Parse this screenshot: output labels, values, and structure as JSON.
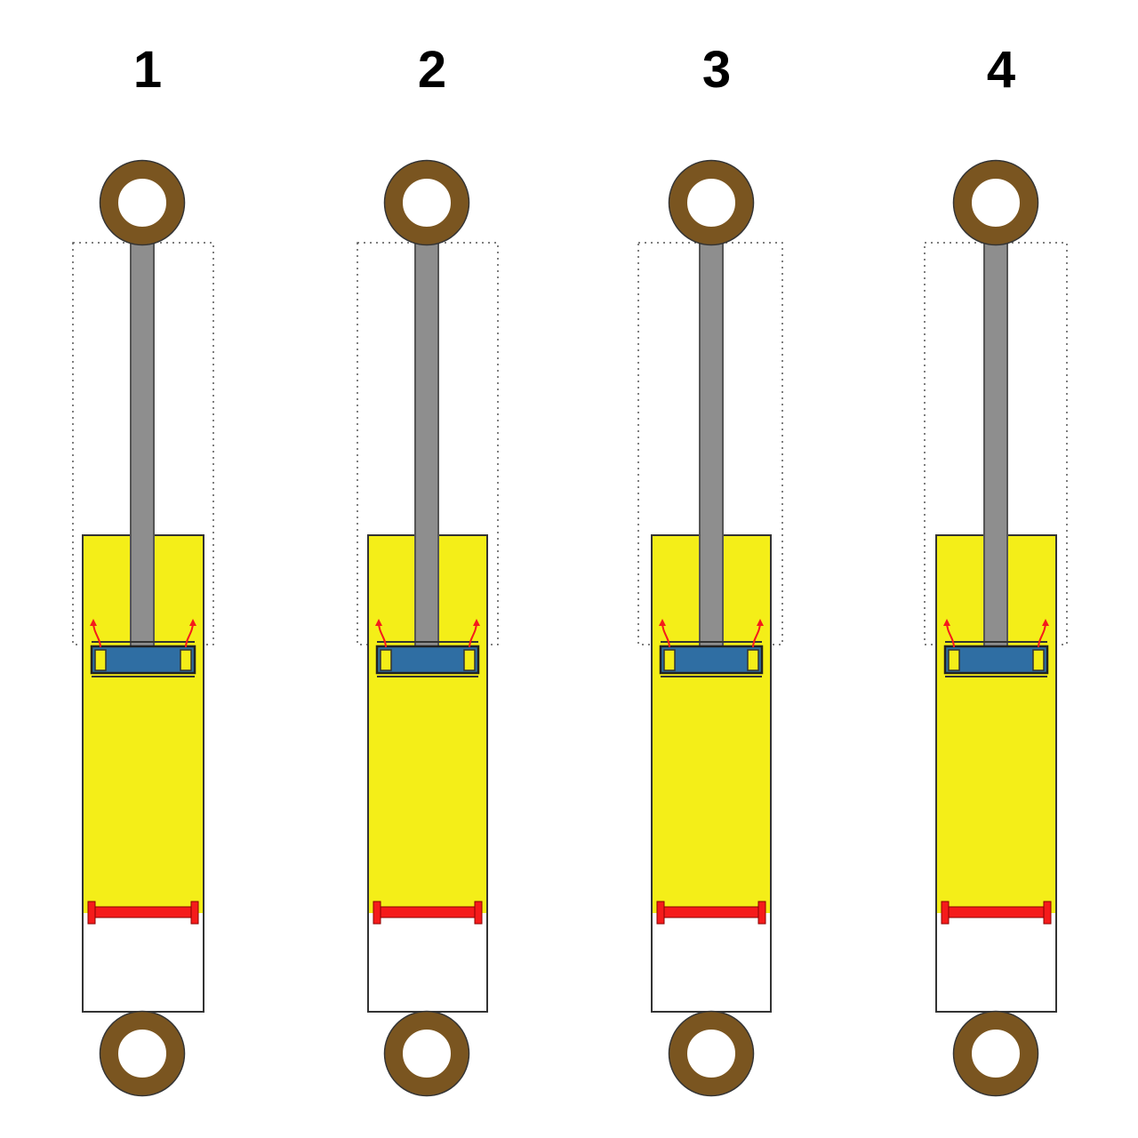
{
  "panels": [
    {
      "label": "1"
    },
    {
      "label": "2"
    },
    {
      "label": "3"
    },
    {
      "label": "4"
    }
  ],
  "colors": {
    "background": "#ffffff",
    "eye": "#7a5520",
    "rod": "#8e8e8e",
    "oil": "#f4ee18",
    "piston": "#2f6ea3",
    "floating_piston": "#f51b1b",
    "valve_arrow": "#f51b1b",
    "outline": "#333333",
    "stroke_guide": "#555555"
  },
  "icons": {
    "top_eye": "mounting-eye-icon",
    "bottom_eye": "mounting-eye-icon",
    "valve_arrow": "flow-arrow-icon"
  }
}
